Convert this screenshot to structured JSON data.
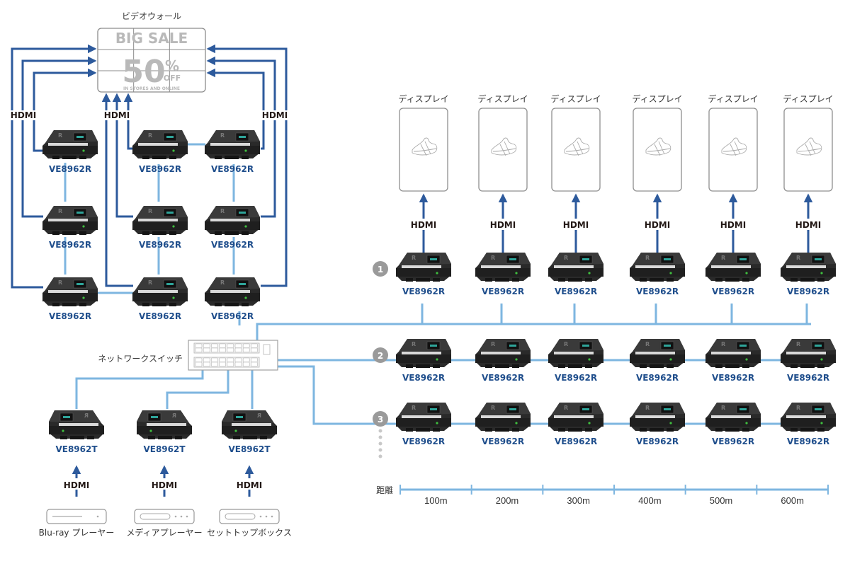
{
  "colors": {
    "hdmi_line": "#2d5a9c",
    "lan_line": "#7eb6e0",
    "model_text": "#1f4e8c",
    "badge": "#9a9a9a",
    "outline": "#8c8c8c"
  },
  "video_wall": {
    "title": "ビデオウォール",
    "headline": "BIG SALE",
    "percent": "50",
    "percent_sign": "%",
    "off": "OFF",
    "tagline": "IN STORES AND ONLINE",
    "grid": "3x3"
  },
  "wall_receivers": {
    "model": "VE8962R",
    "count": 9,
    "hdmi_labels": [
      "HDMI",
      "HDMI",
      "HDMI"
    ]
  },
  "switch": {
    "label": "ネットワークスイッチ",
    "icon": "network-switch-icon"
  },
  "transmitters": [
    {
      "model": "VE8962T",
      "hdmi": "HDMI",
      "source": "Blu-ray プレーヤー",
      "source_icon": "bluray-player-icon"
    },
    {
      "model": "VE8962T",
      "hdmi": "HDMI",
      "source": "メディアプレーヤー",
      "source_icon": "media-player-icon"
    },
    {
      "model": "VE8962T",
      "hdmi": "HDMI",
      "source": "セットトップボックス",
      "source_icon": "set-top-box-icon"
    }
  ],
  "displays": {
    "label": "ディスプレイ",
    "count": 6,
    "content_icon": "sneaker-icon",
    "hdmi": "HDMI"
  },
  "chains": [
    {
      "badge": "1",
      "model": "VE8962R",
      "count": 6,
      "has_display": true
    },
    {
      "badge": "2",
      "model": "VE8962R",
      "count": 6,
      "has_display": false
    },
    {
      "badge": "3",
      "model": "VE8962R",
      "count": 6,
      "has_display": false,
      "more_indicator": "ellipsis-vertical-icon"
    }
  ],
  "distance": {
    "label": "距離",
    "ticks": [
      "100m",
      "200m",
      "300m",
      "400m",
      "500m",
      "600m"
    ]
  }
}
